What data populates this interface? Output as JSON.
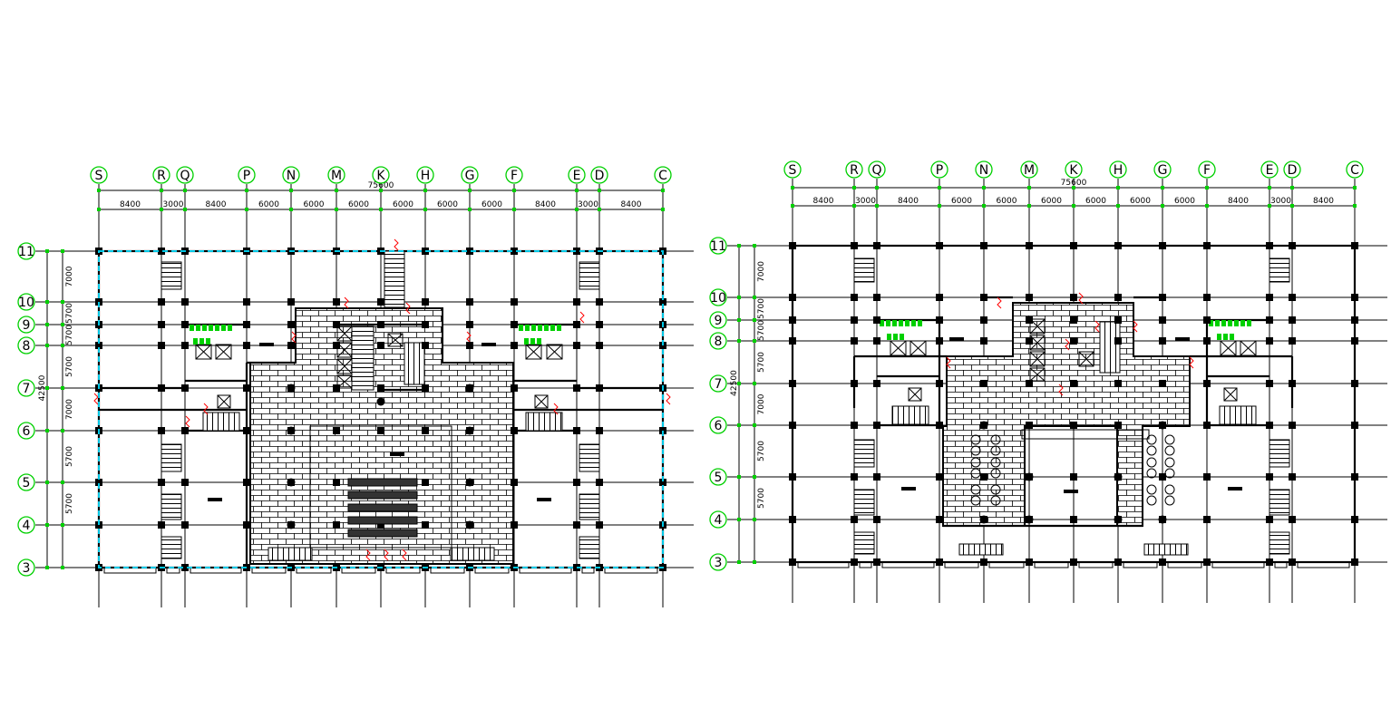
{
  "drawing_a": {
    "col_labels": [
      "S",
      "R",
      "Q",
      "P",
      "N",
      "M",
      "K",
      "H",
      "G",
      "F",
      "E",
      "D",
      "C"
    ],
    "row_labels": [
      "11",
      "10",
      "9",
      "8",
      "7",
      "6",
      "5",
      "4",
      "3"
    ],
    "col_spacings": [
      "8400",
      "3000",
      "8400",
      "6000",
      "6000",
      "6000",
      "6000",
      "6000",
      "6000",
      "8400",
      "3000",
      "8400"
    ],
    "row_spacings": [
      "7000",
      "5700",
      "5700",
      "5700",
      "7000",
      "5700",
      "5700"
    ],
    "total_width": "75600",
    "total_depth": "42500"
  },
  "drawing_b": {
    "col_labels": [
      "S",
      "R",
      "Q",
      "P",
      "N",
      "M",
      "K",
      "H",
      "G",
      "F",
      "E",
      "D",
      "C"
    ],
    "row_labels": [
      "11",
      "10",
      "9",
      "8",
      "7",
      "6",
      "5",
      "4",
      "3"
    ],
    "col_spacings": [
      "8400",
      "3000",
      "8400",
      "6000",
      "6000",
      "6000",
      "6000",
      "6000",
      "6000",
      "8400",
      "3000",
      "8400"
    ],
    "row_spacings": [
      "7000",
      "5700",
      "5700",
      "5700",
      "7000",
      "5700",
      "5700"
    ],
    "total_width": "75600",
    "total_depth": "42500"
  },
  "colors": {
    "grid_bubble": "#00d000",
    "door_swing": "#ff0000",
    "curtain_wall": "#00c8e6",
    "line": "#000000"
  }
}
